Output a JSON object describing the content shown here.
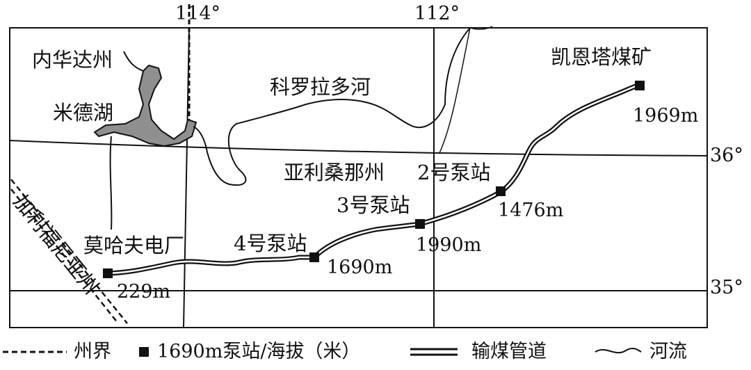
{
  "longitudes": [
    "114°",
    "112°"
  ],
  "latitudes": [
    "36°",
    "35°"
  ],
  "region_labels": {
    "nevada": "内华达州",
    "lake_mead": "米德湖",
    "colorado_river": "科罗拉多河",
    "arizona": "亚利桑那州",
    "california": "加利福尼亚州"
  },
  "places": {
    "kayenta_mine": "凯恩塔煤矿",
    "mohave_plant": "莫哈夫电厂",
    "pump2": "2号泵站",
    "pump3": "3号泵站",
    "pump4": "4号泵站"
  },
  "elevations": {
    "mine": "1969m",
    "pump2": "1476m",
    "pump3": "1990m",
    "pump4": "1690m",
    "plant": "229m"
  },
  "legend": {
    "state_border": "州界",
    "pump_station": "1690m泵站/海拔（米）",
    "pipeline": "输煤管道",
    "river": "河流"
  },
  "colors": {
    "lake": "#8f8f8f",
    "line": "#111111",
    "background": "#ffffff"
  }
}
